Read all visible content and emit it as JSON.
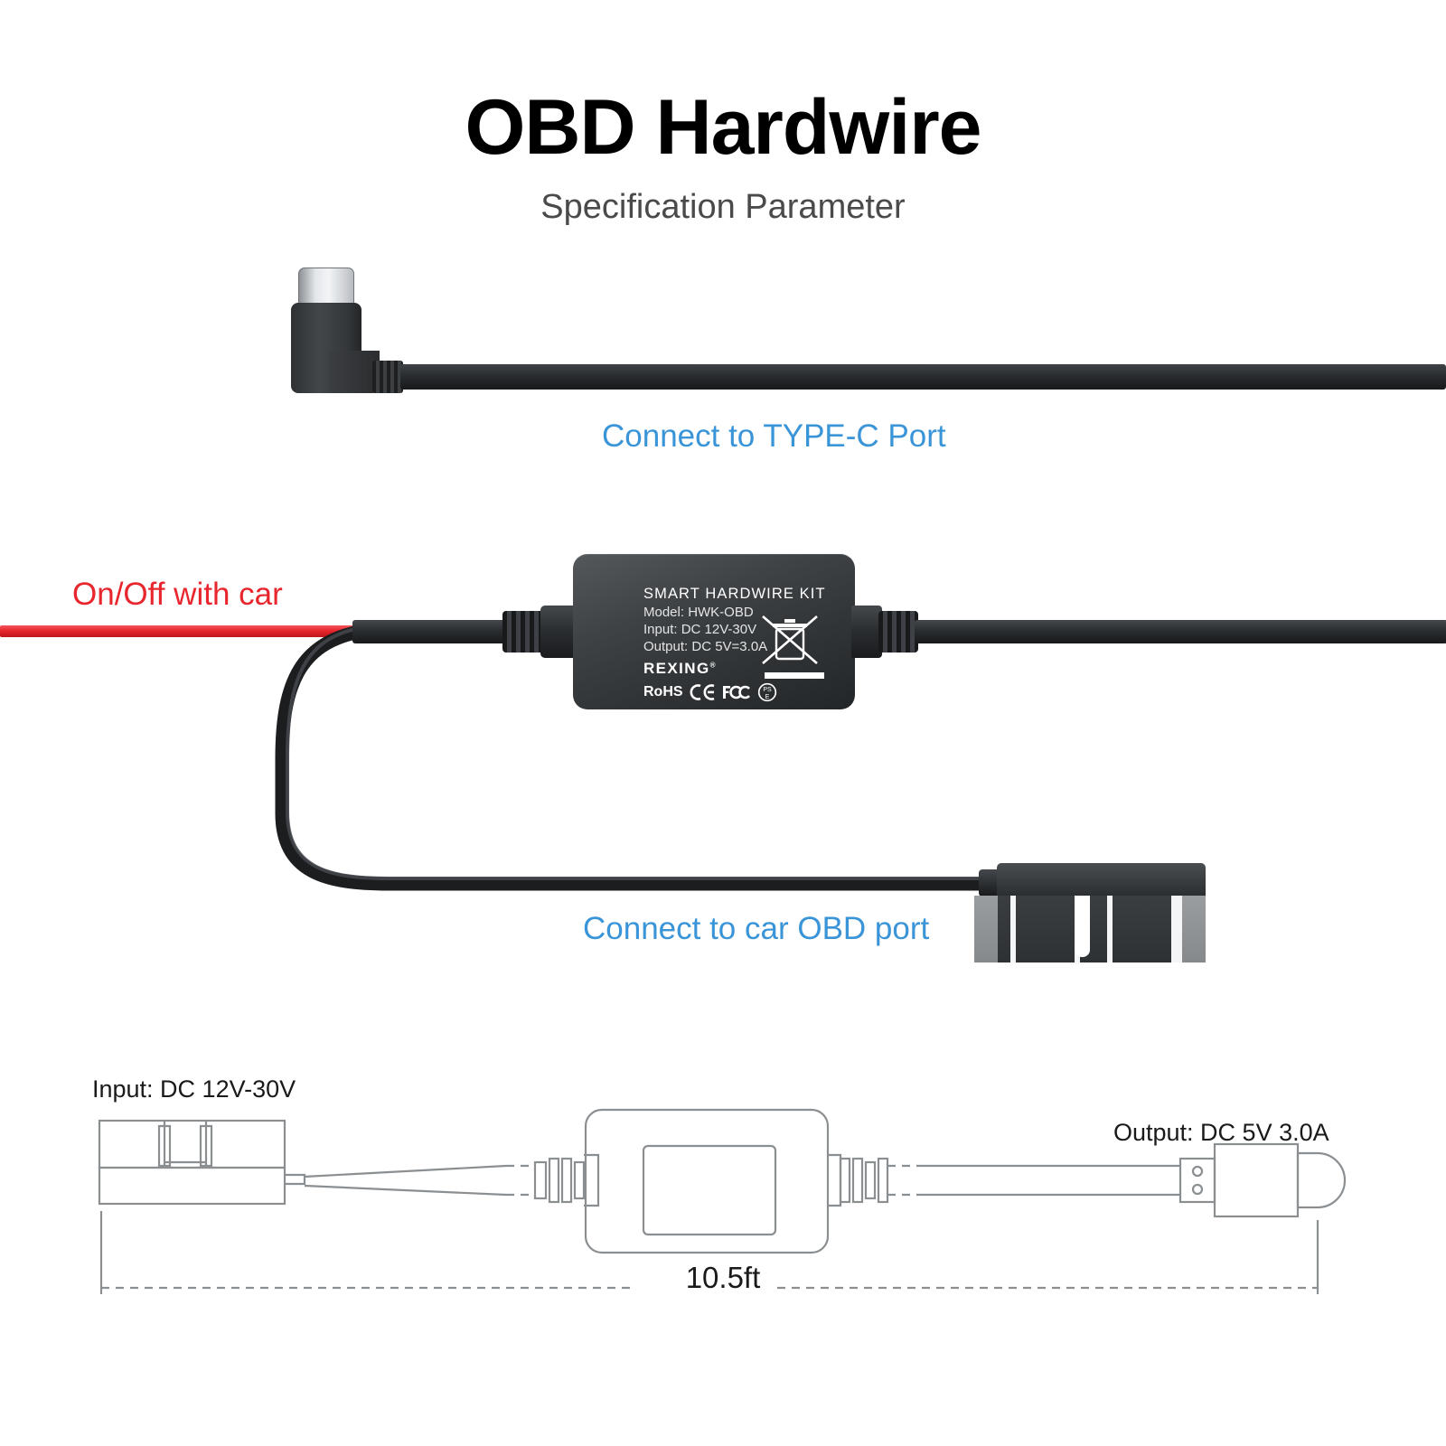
{
  "header": {
    "title": "OBD Hardwire",
    "subtitle": "Specification Parameter"
  },
  "callouts": {
    "type_c": "Connect to TYPE-C Port",
    "obd": "Connect to car OBD port",
    "on_off": "On/Off with car"
  },
  "module_label": {
    "title": "SMART HARDWIRE KIT",
    "model": "Model: HWK-OBD",
    "input": "Input: DC 12V-30V",
    "output": "Output: DC 5V=3.0A",
    "brand": "REXING",
    "brand_mark": "®",
    "rohs": "RoHS",
    "certifications": [
      "ce-mark-icon",
      "fcc-mark-icon",
      "pse-mark-icon"
    ],
    "weee": "weee-crossed-out-bin-icon"
  },
  "diagram": {
    "input_label": "Input: DC 12V-30V",
    "output_label": "Output: DC 5V 3.0A",
    "length_label": "10.5ft"
  },
  "colors": {
    "accent_blue": "#3a95d8",
    "accent_red": "#e8262d",
    "body_black": "#2f3234",
    "line_art_grey": "#888c8f",
    "background": "#ffffff"
  }
}
